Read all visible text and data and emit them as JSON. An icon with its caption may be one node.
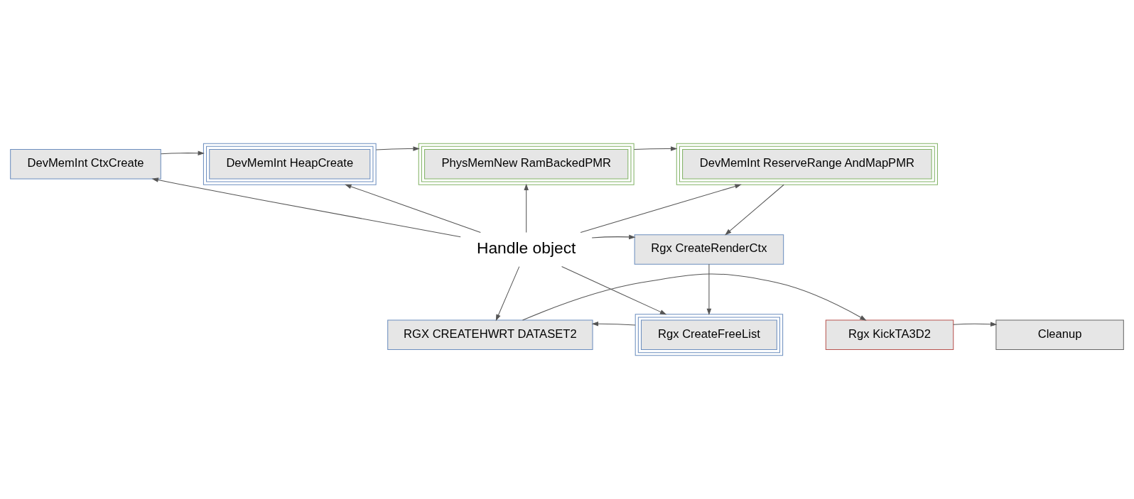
{
  "diagram": {
    "nodes": [
      {
        "text": [
          "DevMemInt CtxCreate"
        ]
      },
      {
        "text": [
          "DevMemInt HeapCreate"
        ]
      },
      {
        "text": [
          "PhysMemNew RamBackedPMR"
        ]
      },
      {
        "text": [
          "DevMemInt ReserveRange AndMapPMR"
        ]
      },
      {
        "text": [
          "Handle object"
        ]
      },
      {
        "text": [
          "Rgx CreateRenderCtx"
        ]
      },
      {
        "text": [
          "Cleanup"
        ]
      },
      {
        "text": [
          "Rgx KickTA3D2"
        ]
      },
      {
        "text": [
          "RGX CREATEHWRT DATASET2"
        ]
      },
      {
        "text": [
          "Rgx CreateFreeList"
        ]
      }
    ],
    "edges": [
      {
        "from": 0,
        "to": 1,
        "arrow": "to"
      },
      {
        "from": 1,
        "to": 2,
        "arrow": "to"
      },
      {
        "from": 2,
        "to": 3,
        "arrow": "to"
      },
      {
        "from": 3,
        "to": 5,
        "arrow": "to"
      },
      {
        "from": 5,
        "to": 9,
        "arrow": "to"
      },
      {
        "from": 9,
        "to": 8,
        "arrow": "to"
      },
      {
        "from": 8,
        "to": 7,
        "arrow": "to"
      },
      {
        "from": 7,
        "to": 6,
        "arrow": "to"
      },
      {
        "from": 4,
        "to": 0,
        "arrow": "to"
      },
      {
        "from": 4,
        "to": 1,
        "arrow": "to"
      },
      {
        "from": 4,
        "to": 2,
        "arrow": "to"
      },
      {
        "from": 4,
        "to": 3,
        "arrow": "to"
      },
      {
        "from": 4,
        "to": 5,
        "arrow": "to"
      },
      {
        "from": 4,
        "to": 9,
        "arrow": "to"
      },
      {
        "from": 4,
        "to": 8,
        "arrow": "to"
      }
    ]
  }
}
